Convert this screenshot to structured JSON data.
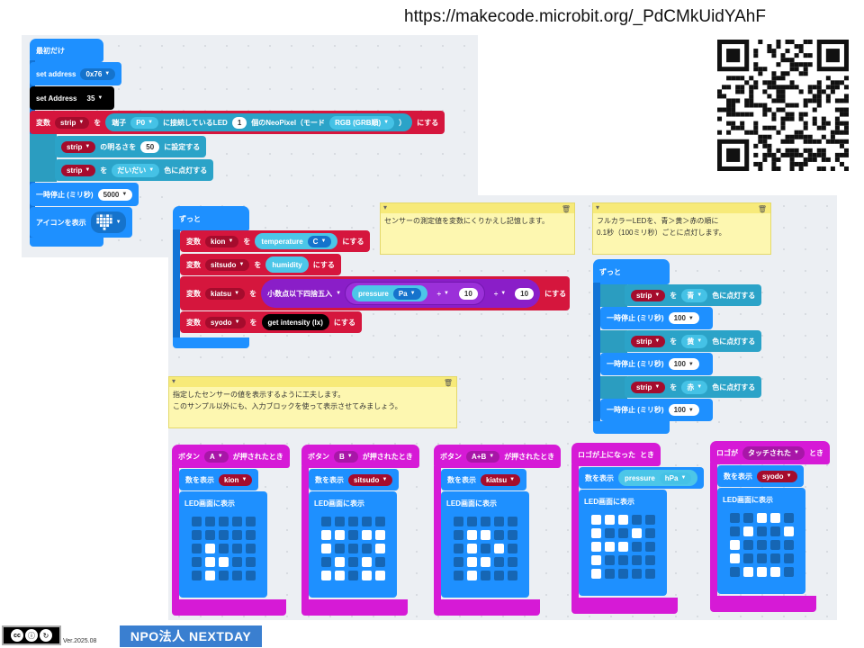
{
  "url": "https://makecode.microbit.org/_PdCMkUidYAhF",
  "footer": {
    "version": "Ver.2025.08",
    "org_badge": "NPO法人 NEXTDAY",
    "license_icon": "cc-by-sa-icon"
  },
  "colors": {
    "basic": "#1e90ff",
    "variables": "#d5163d",
    "math": "#8a1ec8",
    "neopixel": "#2ba3c8",
    "input": "#d61ad6",
    "note": "#fdf7b0"
  },
  "on_start": {
    "hat": "最初だけ",
    "set_address": {
      "label": "set address",
      "value": "0x76"
    },
    "set_address2": {
      "label": "set Address",
      "value": "35"
    },
    "strip_var": {
      "kw": "変数",
      "var": "strip",
      "wo": "を",
      "pin_label": "端子",
      "pin": "P0",
      "connected": "に接続しているLED",
      "count": "1",
      "neopixel": "個のNeoPixel（モード",
      "mode": "RGB (GRB順)",
      "close": "）",
      "suffix": "にする"
    },
    "brightness": {
      "var": "strip",
      "label": "の明るさを",
      "value": "50",
      "suffix": "に設定する"
    },
    "color": {
      "var": "strip",
      "wo": "を",
      "value": "だいだい",
      "suffix": "色に点灯する"
    },
    "pause": {
      "label": "一時停止 (ミリ秒)",
      "value": "5000"
    },
    "icon": {
      "label": "アイコンを表示",
      "icon": "heart-icon"
    }
  },
  "forever1": {
    "hat": "ずっと",
    "rows": [
      {
        "kw": "変数",
        "var": "kion",
        "wo": "を",
        "src": "temperature",
        "unit": "C",
        "suffix": "にする"
      },
      {
        "kw": "変数",
        "var": "sitsudo",
        "wo": "を",
        "src": "humidity",
        "suffix": "にする"
      },
      {
        "kw": "変数",
        "var": "syodo",
        "wo": "を",
        "src": "get intensity (lx)",
        "suffix": "にする"
      }
    ],
    "kiatsu": {
      "kw": "変数",
      "var": "kiatsu",
      "wo": "を",
      "round": "小数点以下四捨五入",
      "src": "pressure",
      "unit": "Pa",
      "op1": "÷",
      "v1": "10",
      "op2": "÷",
      "v2": "10",
      "suffix": "にする"
    }
  },
  "notes": {
    "n1": "センサーの測定値を変数にくりかえし記憶します。",
    "n2": "フルカラーLEDを、青＞黄＞赤の順に\n0.1秒（100ミリ秒）ごとに点灯します。",
    "n3": "指定したセンサーの値を表示するように工夫します。\nこのサンプル以外にも、入力ブロックを使って表示させてみましょう。"
  },
  "forever2": {
    "hat": "ずっと",
    "rows": [
      {
        "var": "strip",
        "wo": "を",
        "color": "青",
        "suffix": "色に点灯する",
        "pause": "一時停止 (ミリ秒)",
        "ms": "100"
      },
      {
        "var": "strip",
        "wo": "を",
        "color": "黄",
        "suffix": "色に点灯する",
        "pause": "一時停止 (ミリ秒)",
        "ms": "100"
      },
      {
        "var": "strip",
        "wo": "を",
        "color": "赤",
        "suffix": "色に点灯する",
        "pause": "一時停止 (ミリ秒)",
        "ms": "100"
      }
    ]
  },
  "events": [
    {
      "pre": "ボタン",
      "key": "A",
      "post": "が押されたとき",
      "show": "数を表示",
      "var": "kion",
      "led": "LED画面に表示",
      "grid": [
        0,
        0,
        0,
        0,
        0,
        0,
        0,
        0,
        0,
        0,
        0,
        1,
        0,
        0,
        0,
        0,
        1,
        1,
        0,
        0,
        0,
        1,
        0,
        0,
        0
      ]
    },
    {
      "pre": "ボタン",
      "key": "B",
      "post": "が押されたとき",
      "show": "数を表示",
      "var": "sitsudo",
      "led": "LED画面に表示",
      "grid": [
        0,
        0,
        0,
        0,
        0,
        1,
        1,
        0,
        1,
        1,
        1,
        0,
        0,
        0,
        1,
        0,
        1,
        0,
        1,
        0,
        1,
        1,
        0,
        1,
        1
      ]
    },
    {
      "pre": "ボタン",
      "key": "A+B",
      "post": "が押されたとき",
      "show": "数を表示",
      "var": "kiatsu",
      "led": "LED画面に表示",
      "grid": [
        0,
        0,
        0,
        0,
        0,
        0,
        1,
        1,
        0,
        0,
        0,
        1,
        0,
        1,
        0,
        0,
        1,
        1,
        0,
        0,
        0,
        1,
        0,
        0,
        0
      ]
    },
    {
      "pre": "ロゴが上になった",
      "key": "",
      "post": "とき",
      "show": "数を表示",
      "var": "pressure",
      "unit": "hPa",
      "led": "LED画面に表示",
      "grid": [
        1,
        1,
        1,
        0,
        0,
        1,
        0,
        0,
        1,
        0,
        1,
        1,
        1,
        0,
        0,
        1,
        0,
        0,
        0,
        0,
        1,
        0,
        0,
        0,
        0
      ]
    },
    {
      "pre": "ロゴが",
      "key": "タッチされた",
      "post": "とき",
      "show": "数を表示",
      "var": "syodo",
      "led": "LED画面に表示",
      "grid": [
        0,
        0,
        1,
        1,
        0,
        0,
        1,
        0,
        0,
        1,
        1,
        0,
        0,
        0,
        0,
        1,
        0,
        0,
        0,
        0,
        0,
        1,
        1,
        1,
        0
      ]
    }
  ]
}
